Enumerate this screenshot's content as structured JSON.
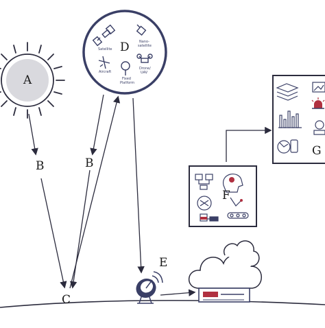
{
  "labels": {
    "A": "A",
    "B1": "B",
    "B2": "B",
    "C": "C",
    "D": "D",
    "E": "E",
    "F": "F",
    "G": "G"
  },
  "platforms": {
    "satellite": "Satellite",
    "nano_satellite_1": "Nano-",
    "nano_satellite_2": "satellite",
    "aircraft": "Aircraft",
    "fixed_platform_1": "Fixed",
    "fixed_platform_2": "Platform",
    "drone_1": "Drone/",
    "drone_2": "UAV"
  },
  "colors": {
    "line": "#2b2b3d",
    "navy": "#3a3f66",
    "sun_fill": "#d9d9de",
    "panel_border": "#2b2b3d",
    "accent_red": "#b03040"
  }
}
